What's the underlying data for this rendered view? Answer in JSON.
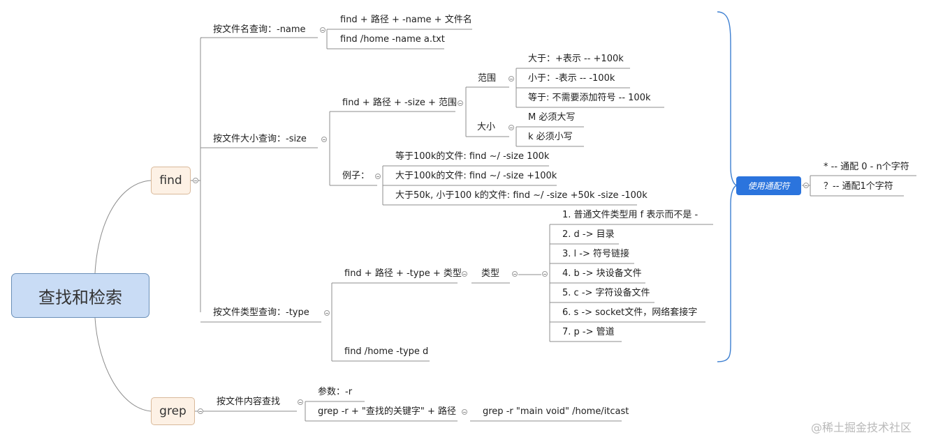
{
  "root": "查找和检索",
  "find": {
    "label": "find",
    "by_name": {
      "label": "按文件名查询：-name",
      "items": [
        "find + 路径 + -name + 文件名",
        "find /home -name a.txt"
      ]
    },
    "by_size": {
      "label": "按文件大小查询：-size",
      "syntax": "find + 路径 + -size + 范围",
      "range": {
        "label": "范围",
        "items": [
          "大于：+表示  --  +100k",
          "小于：-表示  --  -100k",
          "等于: 不需要添加符号  --  100k"
        ]
      },
      "size": {
        "label": "大小",
        "items": [
          "M 必须大写",
          "k 必须小写"
        ]
      },
      "examples": {
        "label": "例子：",
        "items": [
          "等于100k的文件: find ~/ -size 100k",
          "大于100k的文件: find ~/ -size +100k",
          "大于50k, 小于100 k的文件: find ~/ -size +50k -size -100k"
        ]
      }
    },
    "by_type": {
      "label": "按文件类型查询：-type",
      "syntax": "find + 路径 + -type + 类型",
      "type_label": "类型",
      "types": [
        "1. 普通文件类型用 f 表示而不是 -",
        "2. d -> 目录",
        "3. l -> 符号链接",
        "4. b -> 块设备文件",
        "5. c -> 字符设备文件",
        "6. s -> socket文件，网络套接字",
        "7. p -> 管道"
      ],
      "example": "find /home -type d"
    }
  },
  "grep": {
    "label": "grep",
    "by_content": "按文件内容查找",
    "param": "参数：-r",
    "syntax": "grep -r + \"查找的关键字\" + 路径",
    "example": "grep -r \"main void\" /home/itcast"
  },
  "wildcard": {
    "label": "使用通配符",
    "items": [
      "* -- 通配 0 - n个字符",
      "？-- 通配1个字符"
    ]
  },
  "watermark": "@稀土掘金技术社区",
  "colors": {
    "root_fill": "#c9dcf5",
    "main_fill": "#fdf1e5",
    "wildcard_fill": "#2b74dd",
    "bracket": "#3d7fd1"
  }
}
